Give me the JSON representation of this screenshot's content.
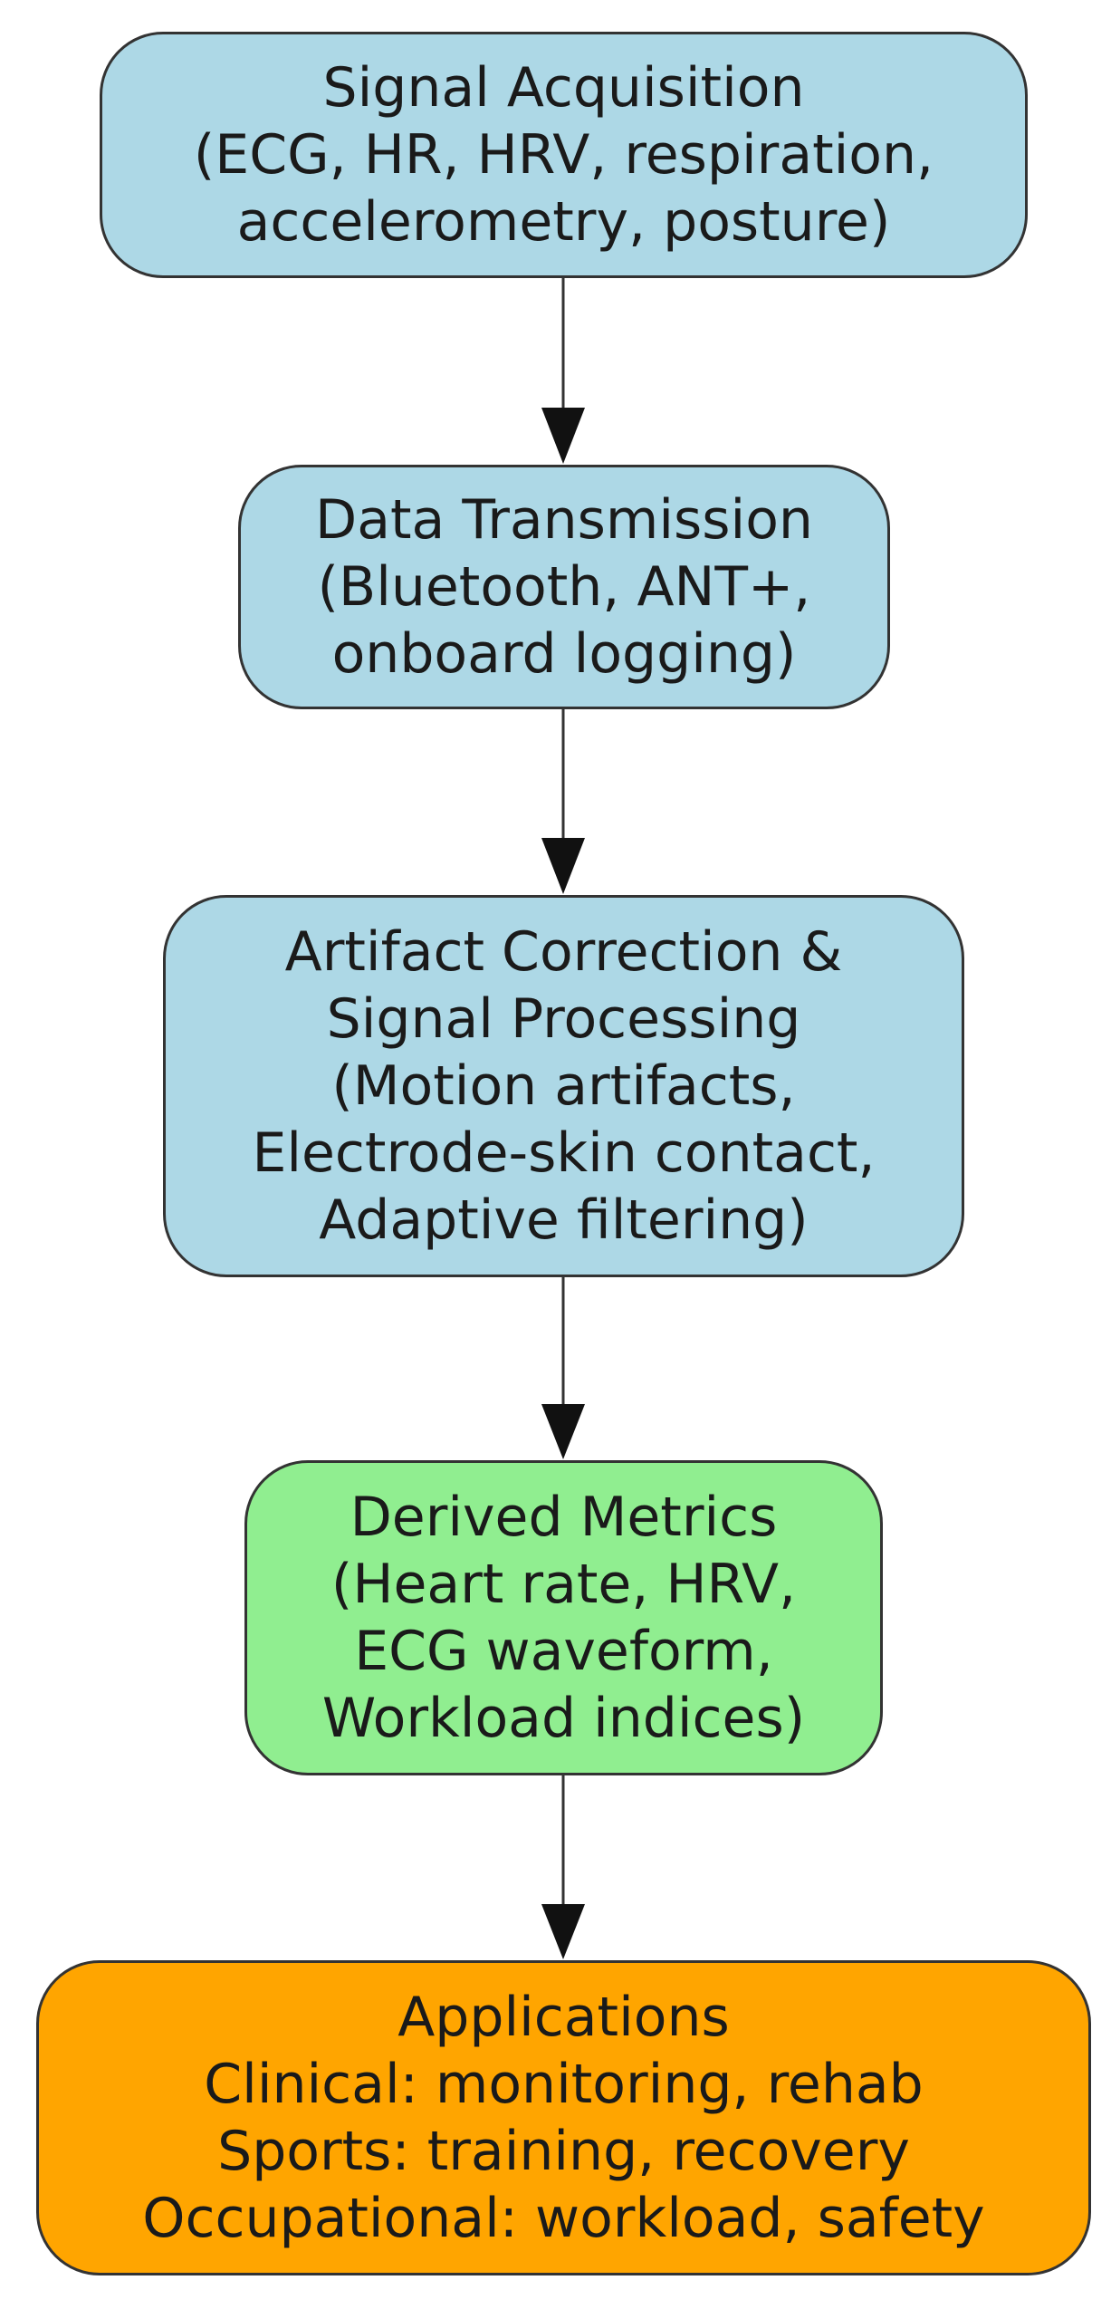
{
  "diagram": {
    "colors": {
      "blue": "#add8e6",
      "green": "#90ee90",
      "orange": "#ffa500",
      "border": "#333333"
    },
    "nodes": [
      {
        "id": "signal-acquisition",
        "lines": [
          "Signal Acquisition",
          "(ECG, HR, HRV, respiration,",
          "accelerometry, posture)"
        ]
      },
      {
        "id": "data-transmission",
        "lines": [
          "Data Transmission",
          "(Bluetooth, ANT+,",
          "onboard logging)"
        ]
      },
      {
        "id": "artifact-correction",
        "lines": [
          "Artifact Correction &",
          "Signal Processing",
          "(Motion artifacts,",
          "Electrode-skin contact,",
          "Adaptive filtering)"
        ]
      },
      {
        "id": "derived-metrics",
        "lines": [
          "Derived Metrics",
          "(Heart rate, HRV,",
          "ECG waveform,",
          "Workload indices)"
        ]
      },
      {
        "id": "applications",
        "lines": [
          "Applications",
          "Clinical: monitoring, rehab",
          "Sports: training, recovery",
          "Occupational: workload, safety"
        ]
      }
    ],
    "edges": [
      {
        "from": "signal-acquisition",
        "to": "data-transmission"
      },
      {
        "from": "data-transmission",
        "to": "artifact-correction"
      },
      {
        "from": "artifact-correction",
        "to": "derived-metrics"
      },
      {
        "from": "derived-metrics",
        "to": "applications"
      }
    ]
  }
}
